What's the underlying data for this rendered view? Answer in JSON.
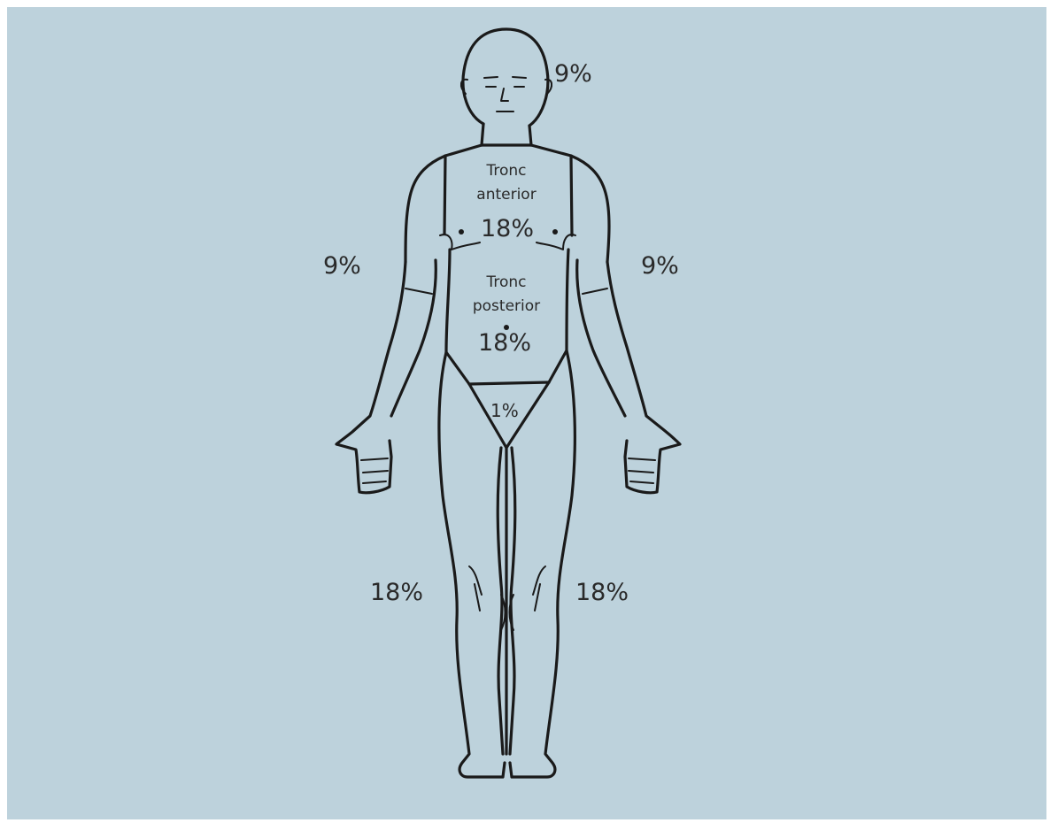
{
  "diagram": {
    "colors": {
      "background": "#bdd2dc",
      "outline": "#1a1a1a",
      "text": "#2a2a2a"
    },
    "icons": [
      "human-body-figure"
    ],
    "regions": {
      "head": {
        "percent": "9%"
      },
      "arm_right_side_viewer_left": {
        "percent": "9%"
      },
      "arm_left_side_viewer_right": {
        "percent": "9%"
      },
      "trunk_anterior": {
        "name_line1": "Tronc",
        "name_line2": "anterior",
        "percent": "18%"
      },
      "trunk_posterior": {
        "name_line1": "Tronc",
        "name_line2": "posterior",
        "percent": "18%"
      },
      "perineum": {
        "percent": "1%"
      },
      "leg_viewer_left": {
        "percent": "18%"
      },
      "leg_viewer_right": {
        "percent": "18%"
      }
    }
  }
}
